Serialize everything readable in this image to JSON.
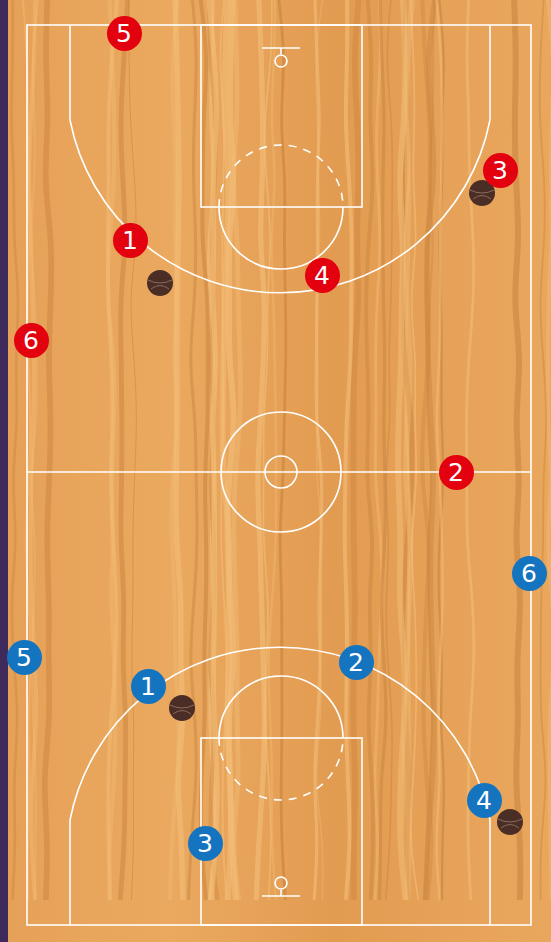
{
  "diagram": {
    "nodes": [
      {
        "text": [
          "5"
        ]
      },
      {
        "text": [
          "3"
        ]
      },
      {
        "text": [
          "1"
        ]
      },
      {
        "text": [
          "4"
        ]
      },
      {
        "text": [
          "6"
        ]
      },
      {
        "text": [
          "2"
        ]
      },
      {
        "text": [
          "6"
        ]
      },
      {
        "text": [
          "5"
        ]
      },
      {
        "text": [
          "2"
        ]
      },
      {
        "text": [
          "1"
        ]
      },
      {
        "text": [
          "4"
        ]
      },
      {
        "text": [
          "3"
        ]
      }
    ]
  }
}
